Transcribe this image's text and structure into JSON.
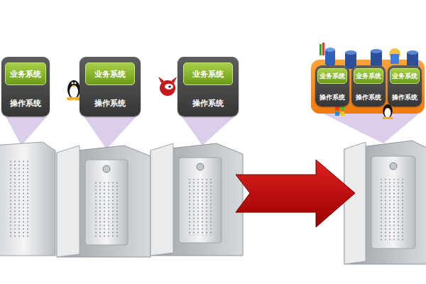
{
  "diagram": {
    "nodes": [
      {
        "text": [
          "操作系统"
        ]
      },
      {
        "text": [
          "业务系统"
        ],
        "in": 0
      },
      {
        "text": [
          "操作系统"
        ]
      },
      {
        "text": [
          "业务系统"
        ],
        "in": 2
      },
      {
        "text": [
          "操作系统"
        ]
      },
      {
        "text": [
          "业务系统"
        ],
        "in": 4
      },
      {
        "text": [
          "操作系统"
        ]
      },
      {
        "text": [
          "业务系统"
        ],
        "in": 6
      },
      {
        "text": [
          "操作系统"
        ]
      },
      {
        "text": [
          "业务系统"
        ],
        "in": 8
      },
      {
        "text": [
          "操作系统"
        ]
      },
      {
        "text": [
          "业务系统"
        ],
        "in": 10
      }
    ]
  }
}
